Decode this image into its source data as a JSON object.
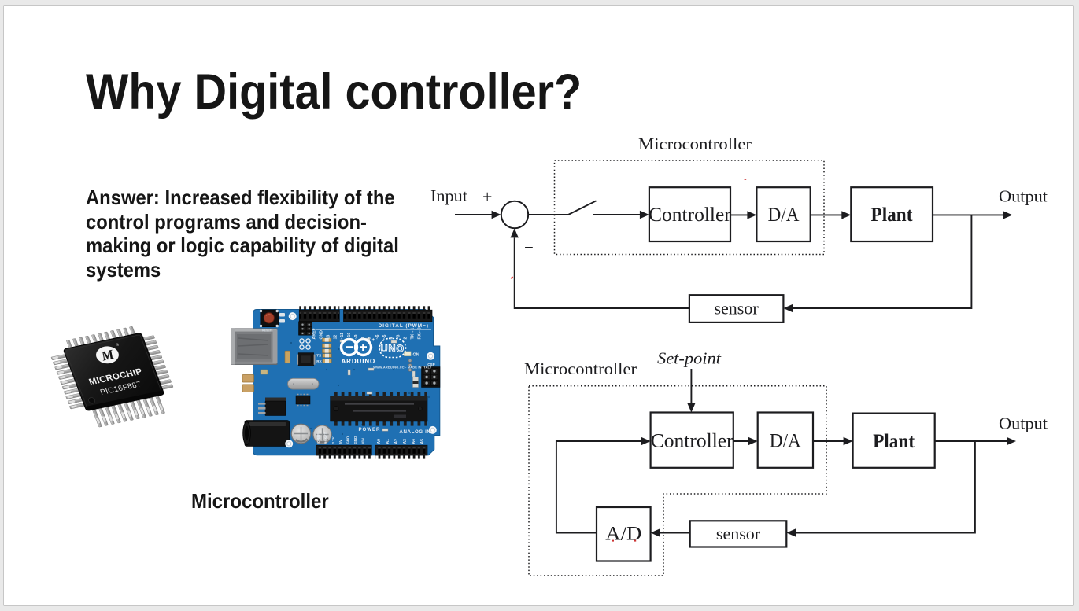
{
  "colors": {
    "background": "#e9e9e9",
    "slide": "#ffffff",
    "slide_border": "#c6c6c6",
    "ink": "#161616",
    "diagram_ink": "#1c1c1f",
    "pcb_blue": "#1f70b3",
    "silkscreen": "#eef3f8"
  },
  "slide": {
    "title": "Why Digital controller?",
    "body_lines": [
      "Answer: Increased flexibility of the",
      "control programs and decision-",
      "making or logic capability of digital",
      "systems"
    ],
    "caption": "Microcontroller"
  },
  "chip_photo": {
    "logo_letter": "M",
    "brand": "MICROCHIP",
    "part": "PIC16F887"
  },
  "arduino": {
    "digital_caption": "DIGITAL (PWM~)",
    "digital_pins": [
      "AREF",
      "GND",
      "13",
      "12",
      "~11",
      "~10",
      "~9",
      "8",
      "7",
      "~6",
      "~5",
      "4",
      "~3",
      "2",
      "TX→1",
      "RX←0"
    ],
    "brand": "ARDUINO",
    "model": "UNO",
    "on_label": "ON",
    "icsp_label": "ICSP",
    "tx_label": "TX",
    "rx_label": "RX",
    "made_in": "WWW.ARDUINO.CC - MADE IN ITALY",
    "power_caption": "POWER",
    "power_pins": [
      "IOREF",
      "RESET",
      "3.3V",
      "5V",
      "GND",
      "GND",
      "VIN"
    ],
    "analog_caption": "ANALOG IN",
    "analog_pins": [
      "A0",
      "A1",
      "A2",
      "A3",
      "A4",
      "A5"
    ],
    "reset_label": "RESET"
  },
  "diagram_top": {
    "title": "Microcontroller",
    "input": "Input",
    "plus": "+",
    "minus": "−",
    "controller": "Controller",
    "converter": "D/A",
    "plant": "Plant",
    "sensor": "sensor",
    "output": "Output"
  },
  "diagram_bottom": {
    "title": "Microcontroller",
    "setpoint": "Set-point",
    "controller": "Controller",
    "converter": "D/A",
    "plant": "Plant",
    "sensor": "sensor",
    "adc": "A/D",
    "output": "Output"
  }
}
